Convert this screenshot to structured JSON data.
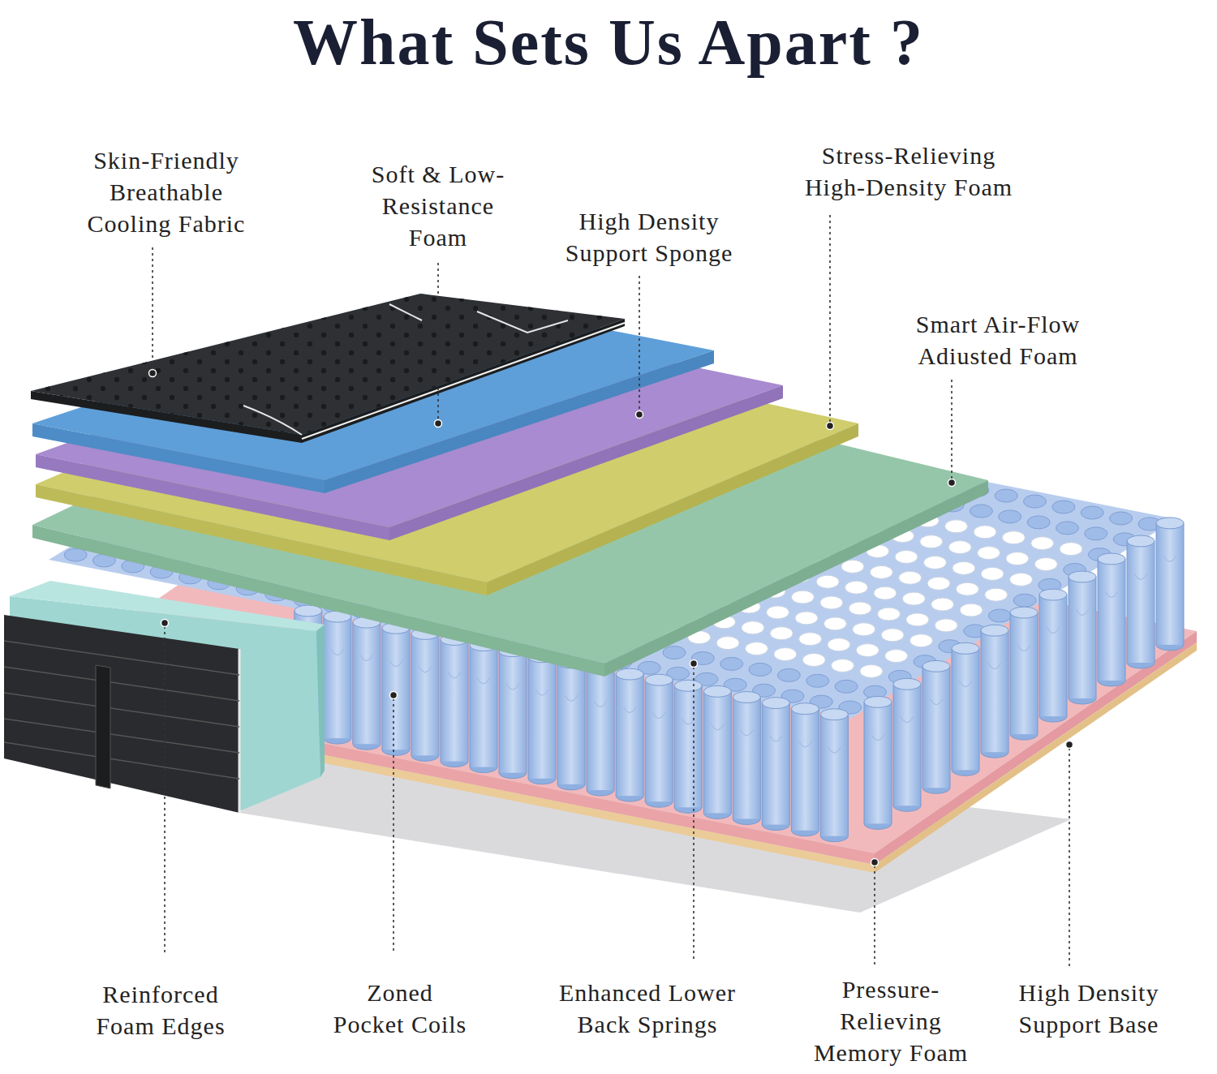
{
  "diagram": {
    "title": "What Sets Us Apart ?",
    "labels": [
      "Skin-Friendly Breathable Cooling Fabric",
      "Soft & Low-Resistance Foam",
      "High Density Support Sponge",
      "Stress-Relieving High-Density Foam",
      "Smart Air-Flow Adiusted Foam",
      "Reinforced Foam Edges",
      "Zoned Pocket Coils",
      "Enhanced Lower Back Springs",
      "Pressure-Relieving Memory Foam",
      "High Density Support Base"
    ]
  }
}
